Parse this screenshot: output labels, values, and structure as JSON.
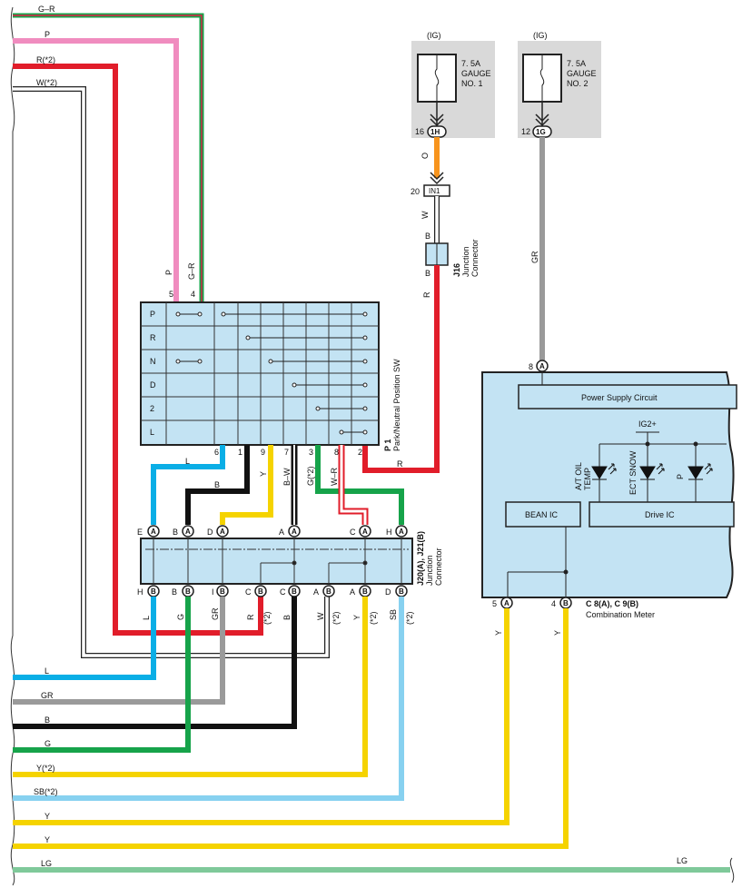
{
  "fuses": [
    {
      "supply": "(IG)",
      "rating": "7. 5A",
      "name1": "GAUGE",
      "name2": "NO. 1",
      "pin": "16",
      "terminal": "1H"
    },
    {
      "supply": "(IG)",
      "rating": "7. 5A",
      "name1": "GAUGE",
      "name2": "NO. 2",
      "pin": "12",
      "terminal": "1G"
    }
  ],
  "in1": {
    "pin": "20",
    "label": "IN1"
  },
  "j16": {
    "code": "J16",
    "name": "Junction",
    "name2": "Connector",
    "top": "B",
    "bottom": "B"
  },
  "wire_labels": {
    "o": "O",
    "w": "W",
    "r": "R",
    "gr": "GR",
    "p": "P",
    "gr2": "G–R"
  },
  "p1": {
    "code": "P 1",
    "name": "Park/Neutral Position SW",
    "rows": [
      "P",
      "R",
      "N",
      "D",
      "2",
      "L"
    ],
    "top_pins": [
      "5",
      "4"
    ],
    "bottom_pins": [
      "6",
      "1",
      "9",
      "7",
      "3",
      "8",
      "2"
    ],
    "wire_colors": [
      "L",
      "B",
      "Y",
      "B–W",
      "G(*2)",
      "W–R",
      "R"
    ]
  },
  "jconn": {
    "code": "J20(A), J21(B)",
    "name": "Junction",
    "name2": "Connector",
    "top_letters": [
      "E",
      "B",
      "D",
      "A",
      "C",
      "H"
    ],
    "top_terminal": "A",
    "bottom_letters": [
      "H",
      "B",
      "I",
      "C",
      "C",
      "A",
      "A",
      "D"
    ],
    "bottom_terminal": "B",
    "bottom_colors": [
      "L",
      "G",
      "GR",
      "R",
      "B",
      "W",
      "Y",
      "SB"
    ],
    "note": "(*2)"
  },
  "meter": {
    "code": "C 8(A), C 9(B)",
    "name": "Combination Meter",
    "power": "Power Supply Circuit",
    "ig2": "IG2+",
    "bean": "BEAN IC",
    "drive": "Drive IC",
    "led1a": "A/T OIL",
    "led1b": "TEMP",
    "led2": "ECT SNOW",
    "led3": "P",
    "pin_in": "8",
    "pin_in_t": "A",
    "pin5": "5",
    "pin5_t": "A",
    "pin4": "4",
    "pin4_t": "B",
    "y5": "Y",
    "y4": "Y"
  },
  "left_wires": [
    "G–R",
    "P",
    "R(*2)",
    "W(*2)",
    "L",
    "GR",
    "B",
    "G",
    "Y(*2)",
    "SB(*2)",
    "Y",
    "Y",
    "LG"
  ],
  "lg_right": "LG"
}
